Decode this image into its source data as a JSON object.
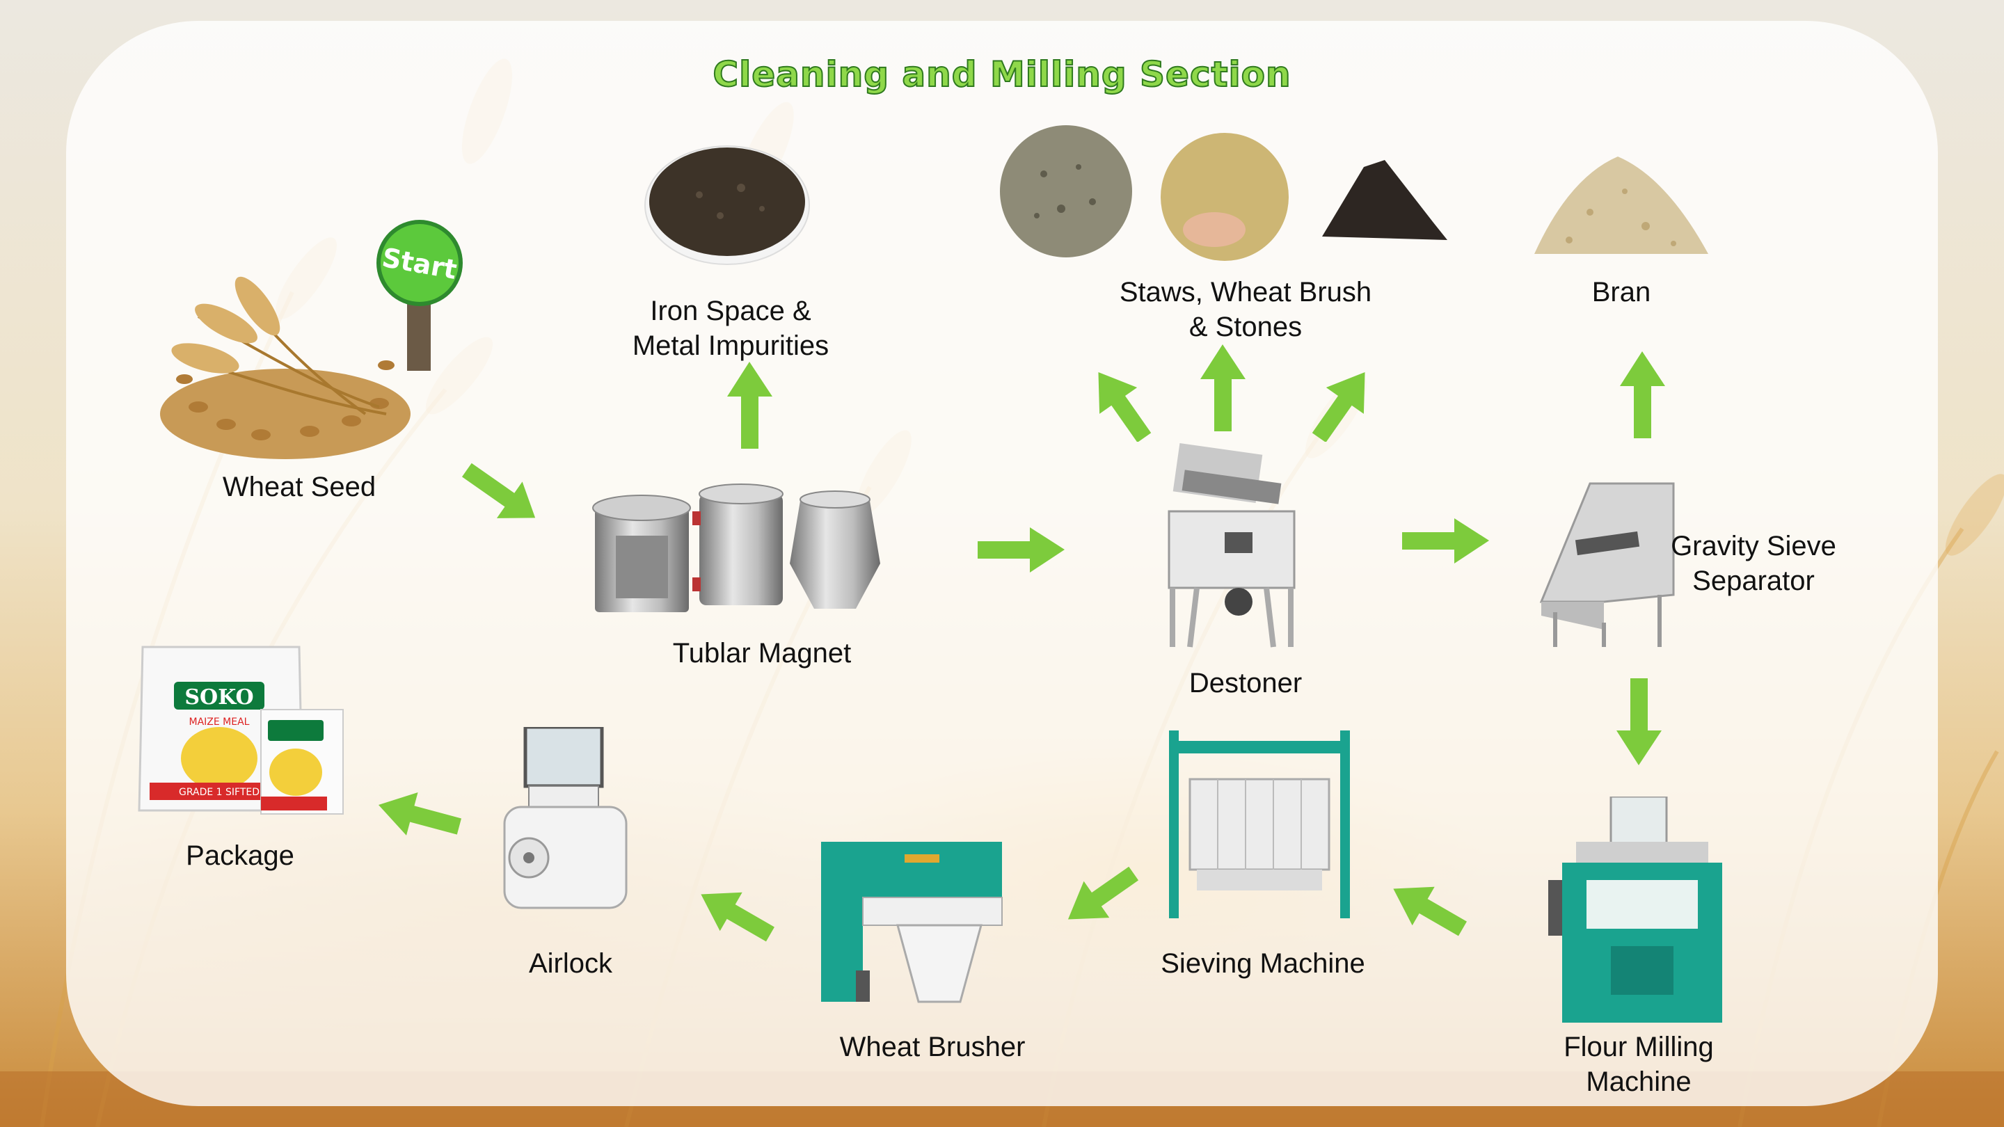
{
  "title": "Cleaning and Milling Section",
  "start_sign": "Start",
  "nodes": {
    "wheat_seed": "Wheat Seed",
    "tubular_magnet": "Tublar Magnet",
    "iron_space": [
      "Iron Space &",
      "Metal Impurities"
    ],
    "destoner": "Destoner",
    "straws": [
      "Staws, Wheat Brush",
      "& Stones"
    ],
    "gravity_sieve": [
      "Gravity Sieve",
      "Separator"
    ],
    "bran": "Bran",
    "flour_milling": [
      "Flour Milling",
      "Machine"
    ],
    "sieving_machine": "Sieving Machine",
    "wheat_brusher": "Wheat Brusher",
    "airlock": "Airlock",
    "package": "Package"
  },
  "package_brand": {
    "name": "SOKO",
    "sub": "MAIZE MEAL",
    "grade": "GRADE 1 SIFTED"
  },
  "colors": {
    "arrow": "#7dcb3c",
    "title_fill": "#8fd84a",
    "title_stroke": "#2f7a1e",
    "machine_teal": "#1aa38f"
  }
}
